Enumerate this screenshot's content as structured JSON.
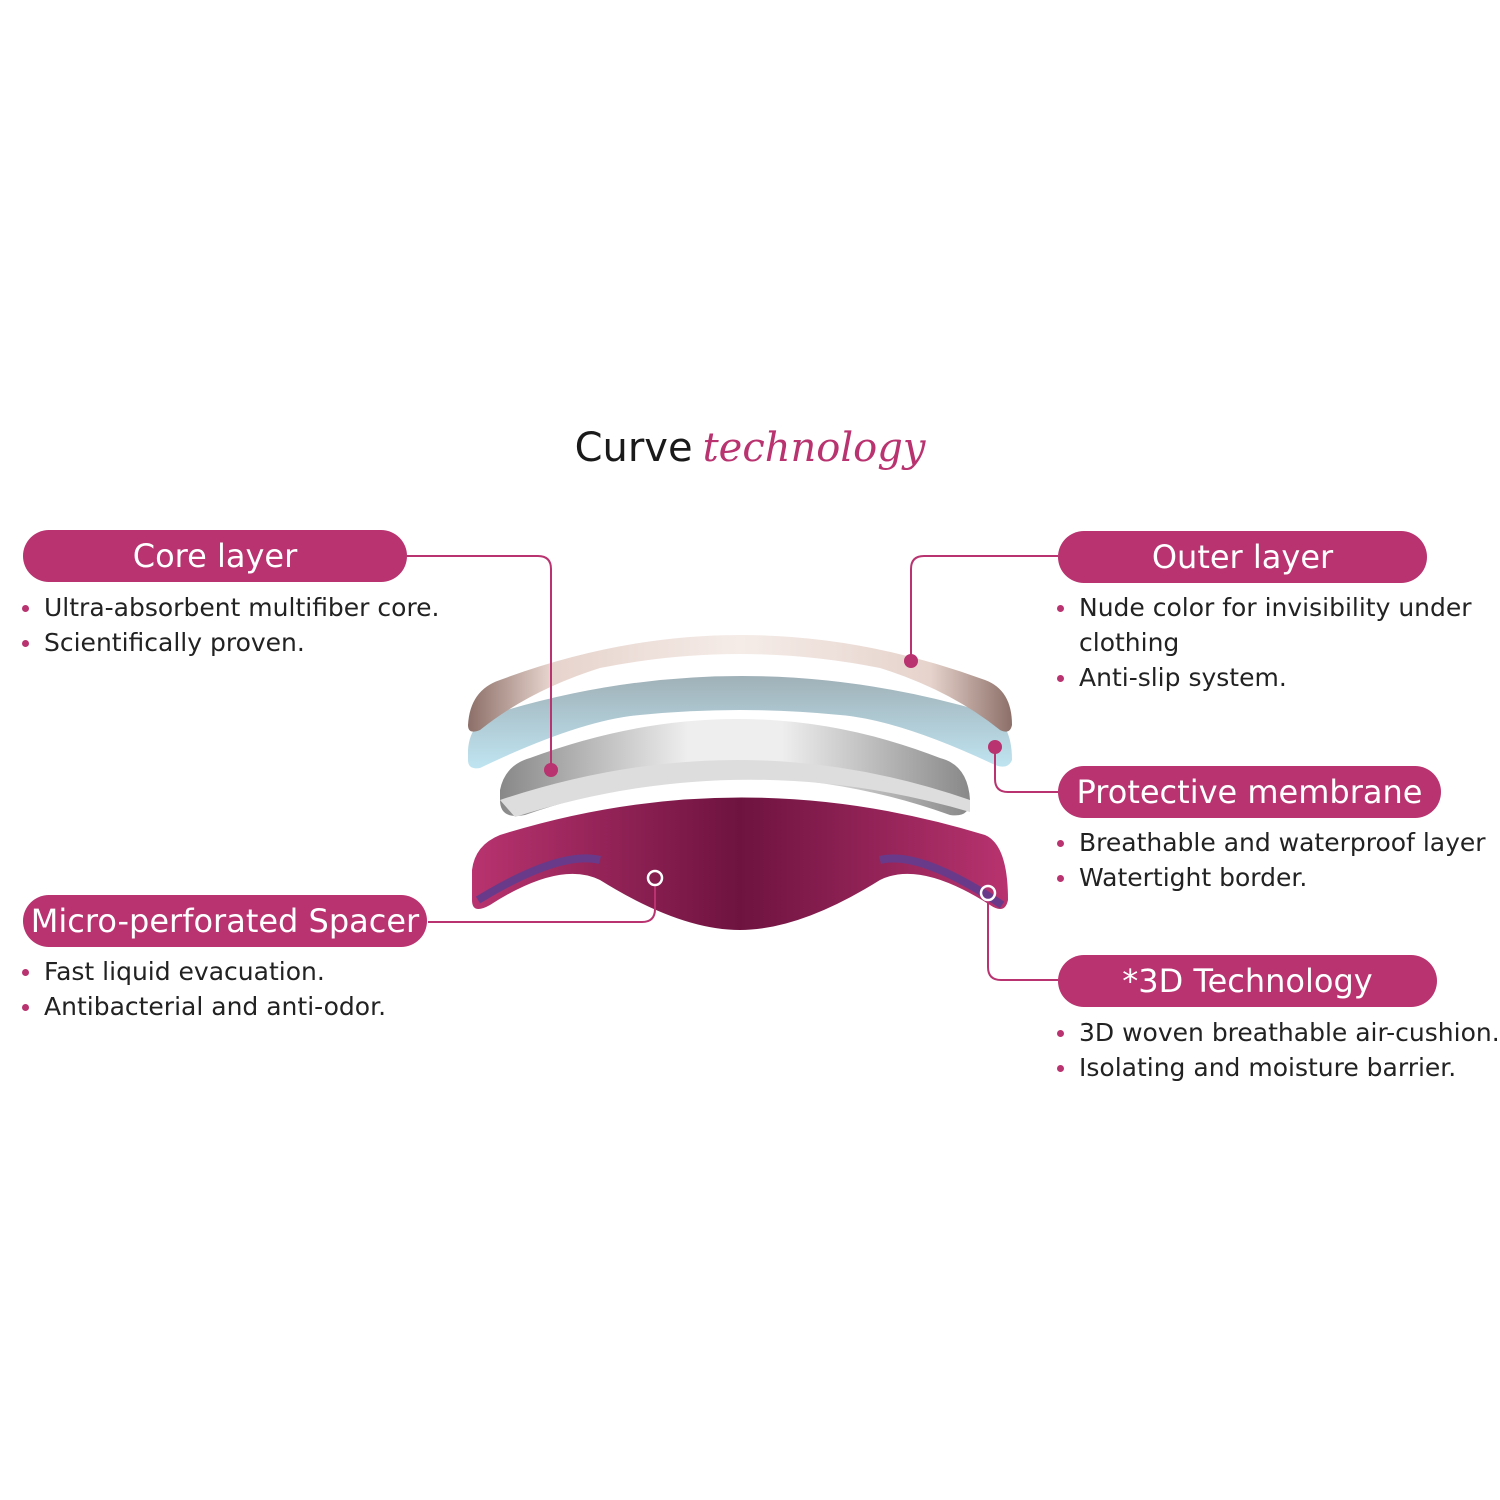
{
  "title": {
    "main": "Curve",
    "accent": "technology"
  },
  "colors": {
    "accent": "#b8336f"
  },
  "sections": {
    "core": {
      "label": "Core layer",
      "bullets": [
        "Ultra-absorbent multifiber core.",
        "Scientifically proven."
      ]
    },
    "outer": {
      "label": "Outer layer",
      "bullets": [
        "Nude color for invisibility under clothing",
        "Anti-slip system."
      ]
    },
    "membrane": {
      "label": "Protective membrane",
      "bullets": [
        "Breathable and waterproof layer",
        "Watertight border."
      ]
    },
    "spacer": {
      "label": "Micro-perforated Spacer",
      "bullets": [
        "Fast liquid evacuation.",
        "Antibacterial and anti-odor."
      ]
    },
    "tech3d": {
      "label": "*3D Technology",
      "bullets": [
        "3D woven breathable air-cushion.",
        "Isolating and moisture barrier."
      ]
    }
  }
}
